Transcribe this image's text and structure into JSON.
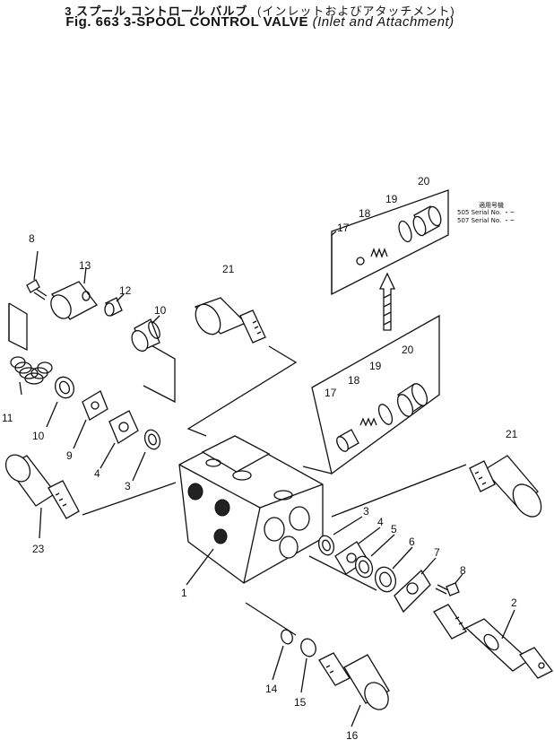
{
  "title": {
    "japanese": "3 スプール コントロール バルブ",
    "english": "Fig. 663 3-SPOOL CONTROL VALVE",
    "paren_japanese": "インレットおよびアタッチメント",
    "paren_english": "Inlet and Attachment"
  },
  "serial_table": {
    "header": "適用号機",
    "rows": [
      {
        "model": "505",
        "text": "Serial No. ・~"
      },
      {
        "model": "507",
        "text": "Serial No. ・~"
      }
    ]
  },
  "parts": [
    {
      "id": "p1",
      "label": "1"
    },
    {
      "id": "p2",
      "label": "2"
    },
    {
      "id": "p3a",
      "label": "3"
    },
    {
      "id": "p3b",
      "label": "3"
    },
    {
      "id": "p4a",
      "label": "4"
    },
    {
      "id": "p4b",
      "label": "4"
    },
    {
      "id": "p5",
      "label": "5"
    },
    {
      "id": "p6",
      "label": "6"
    },
    {
      "id": "p7",
      "label": "7"
    },
    {
      "id": "p8a",
      "label": "8"
    },
    {
      "id": "p8b",
      "label": "8"
    },
    {
      "id": "p9",
      "label": "9"
    },
    {
      "id": "p10a",
      "label": "10"
    },
    {
      "id": "p10b",
      "label": "10"
    },
    {
      "id": "p11",
      "label": "11"
    },
    {
      "id": "p12",
      "label": "12"
    },
    {
      "id": "p13",
      "label": "13"
    },
    {
      "id": "p14",
      "label": "14"
    },
    {
      "id": "p15",
      "label": "15"
    },
    {
      "id": "p16",
      "label": "16"
    },
    {
      "id": "p17a",
      "label": "17"
    },
    {
      "id": "p17b",
      "label": "17"
    },
    {
      "id": "p18a",
      "label": "18"
    },
    {
      "id": "p18b",
      "label": "18"
    },
    {
      "id": "p19a",
      "label": "19"
    },
    {
      "id": "p19b",
      "label": "19"
    },
    {
      "id": "p20a",
      "label": "20"
    },
    {
      "id": "p20b",
      "label": "20"
    },
    {
      "id": "p21a",
      "label": "21"
    },
    {
      "id": "p21b",
      "label": "21"
    },
    {
      "id": "p23",
      "label": "23"
    }
  ]
}
